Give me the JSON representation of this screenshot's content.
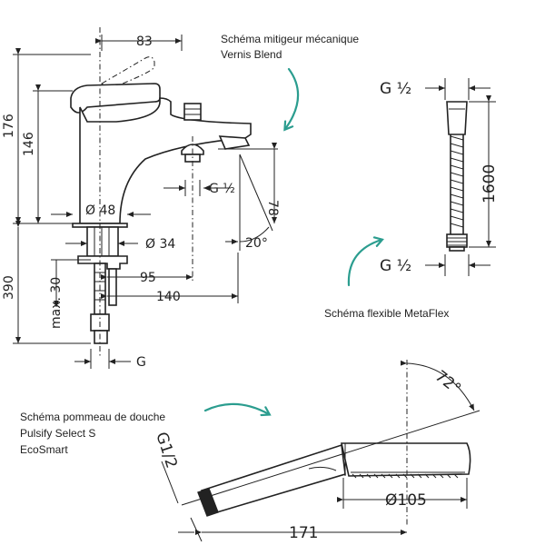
{
  "labels": {
    "mixer_title_line1": "Schéma mitigeur mécanique",
    "mixer_title_line2": "Vernis Blend",
    "hose_title": "Schéma flexible MetaFlex",
    "shower_title_line1": "Schéma pommeau de douche",
    "shower_title_line2": "Pulsify Select S",
    "shower_title_line3": "EcoSmart"
  },
  "mixer_dims": {
    "width_top": "83",
    "height_total": "176",
    "height_body": "146",
    "spout_height": "78",
    "spout_thread": "G ½",
    "base_diameter": "Ø 48",
    "shank_diameter": "Ø 34",
    "angle": "20°",
    "below_deck": "390",
    "max_deck": "max. 30",
    "inlet_offset": "95",
    "inlet_offset_2": "140",
    "inlet_thread": "G"
  },
  "hose_dims": {
    "thread_top": "G ½",
    "thread_bottom": "G ½",
    "length": "1600"
  },
  "shower_dims": {
    "handle_thread": "G1/2",
    "angle": "72°",
    "head_diameter": "Ø105",
    "length": "171"
  },
  "colors": {
    "line": "#222222",
    "accent_arrow": "#2b9d8f",
    "background": "#ffffff"
  }
}
